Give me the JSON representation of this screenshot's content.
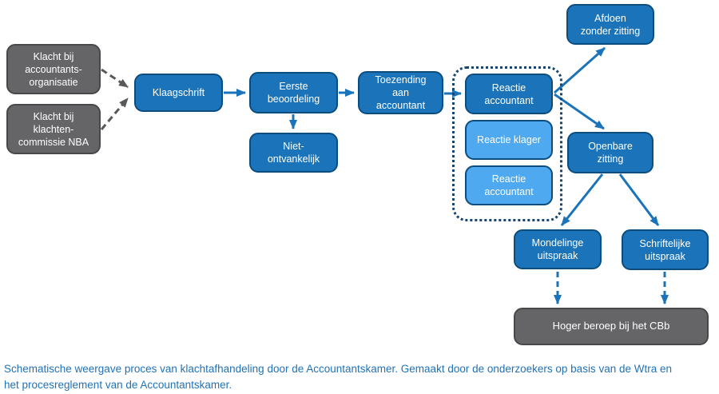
{
  "colors": {
    "primary_blue": "#1B74BA",
    "primary_blue_border": "#0D4D7E",
    "light_blue": "#4EA9F0",
    "gray": "#656567",
    "gray_border": "#48484A",
    "arrow_blue": "#1B74BA",
    "arrow_gray": "#58585A",
    "dotted_group_border": "#17456E",
    "caption_text": "#2272B9"
  },
  "nodes": {
    "klacht_accountantsorganisatie": "Klacht bij\naccountants-\norganisatie",
    "klacht_klachtencommissie_nba": "Klacht bij\nklachten-\ncommissie NBA",
    "klaagschrift": "Klaagschrift",
    "eerste_beoordeling": "Eerste\nbeoordeling",
    "niet_ontvankelijk": "Niet-\nontvankelijk",
    "toezending_aan_accountant": "Toezending\naan\naccountant",
    "reactie_accountant_1": "Reactie\naccountant",
    "reactie_klager": "Reactie klager",
    "reactie_accountant_2": "Reactie\naccountant",
    "afdoen_zonder_zitting": "Afdoen\nzonder zitting",
    "openbare_zitting": "Openbare\nzitting",
    "mondelinge_uitspraak": "Mondelinge\nuitspraak",
    "schriftelijke_uitspraak": "Schriftelijke\nuitspraak",
    "hoger_beroep_cbb": "Hoger beroep bij het CBb"
  },
  "caption": "Schematische weergave proces van klachtafhandeling door de Accountantskamer. Gemaakt door de onderzoekers op basis van de Wtra en het procesreglement van de Accountantskamer."
}
